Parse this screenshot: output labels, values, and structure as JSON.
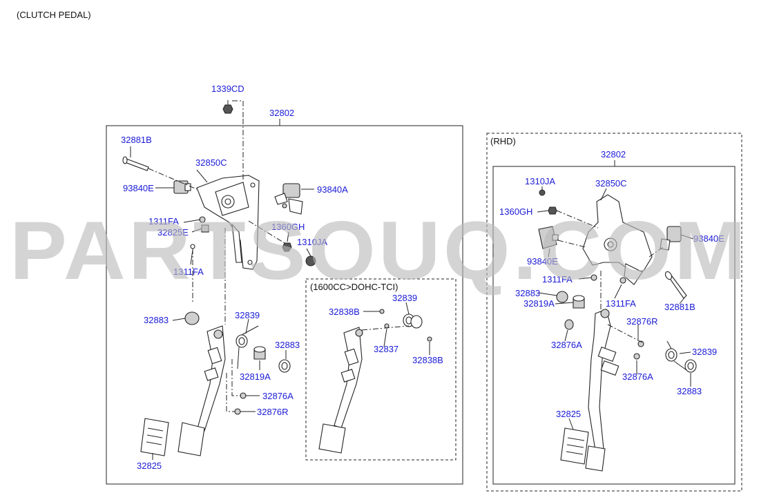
{
  "title": "(CLUTCH PEDAL)",
  "watermark": "PARTSOUQ.COM",
  "sections": {
    "rhd": "(RHD)",
    "variant": "(1600CC>DOHC-TCI)"
  },
  "callouts": {
    "c_1339CD": "1339CD",
    "c_32802_main": "32802",
    "c_32881B_left": "32881B",
    "c_32850C_left": "32850C",
    "c_93840E_left": "93840E",
    "c_93840A": "93840A",
    "c_1311FA_left_a": "1311FA",
    "c_32825E": "32825E",
    "c_1360GH_left": "1360GH",
    "c_1310JA_left": "1310JA",
    "c_1311FA_left_b": "1311FA",
    "c_32883_left_a": "32883",
    "c_32839_left": "32839",
    "c_32883_left_b": "32883",
    "c_32819A_left": "32819A",
    "c_32876A_left": "32876A",
    "c_32876R_left": "32876R",
    "c_32825_left": "32825",
    "c_32838B_a": "32838B",
    "c_32839_var": "32839",
    "c_32837": "32837",
    "c_32838B_b": "32838B",
    "c_32802_rhd": "32802",
    "c_1310JA_rhd": "1310JA",
    "c_32850C_rhd": "32850C",
    "c_1360GH_rhd": "1360GH",
    "c_93840E_rhd_a": "93840E",
    "c_93840E_rhd_b": "93840E",
    "c_1311FA_rhd_a": "1311FA",
    "c_32883_rhd_a": "32883",
    "c_32819A_rhd": "32819A",
    "c_1311FA_rhd_b": "1311FA",
    "c_32881B_rhd": "32881B",
    "c_32876R_rhd": "32876R",
    "c_32876A_rhd_a": "32876A",
    "c_32839_rhd": "32839",
    "c_32876A_rhd_b": "32876A",
    "c_32883_rhd_b": "32883",
    "c_32825_rhd": "32825"
  },
  "colors": {
    "callout": "#1a1ad6",
    "line": "#222222",
    "watermark": "#b9b9b9"
  }
}
